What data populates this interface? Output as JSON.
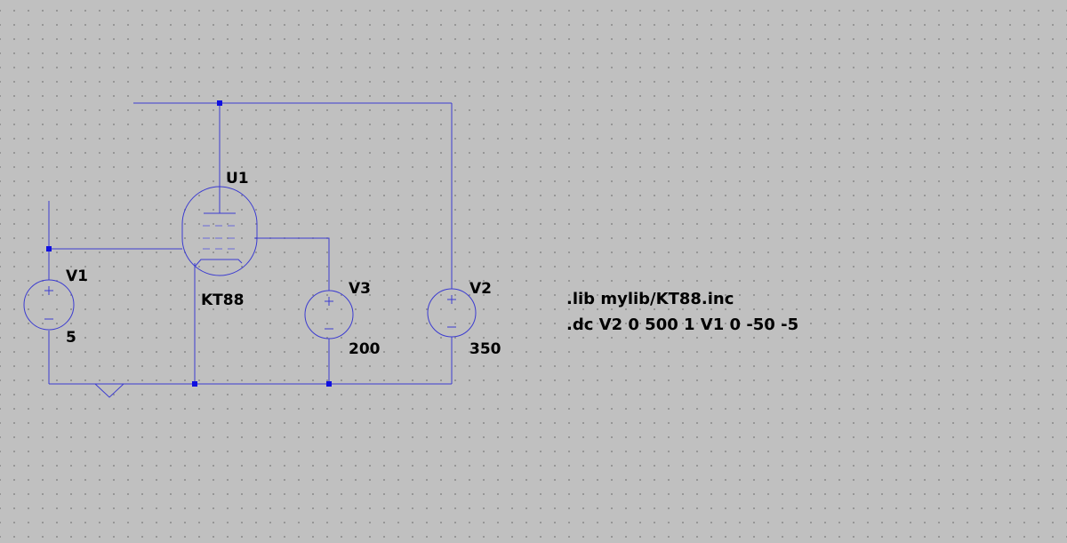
{
  "schematic": {
    "tube": {
      "designator": "U1",
      "model": "KT88"
    },
    "sources": [
      {
        "designator": "V1",
        "value": "5"
      },
      {
        "designator": "V3",
        "value": "200"
      },
      {
        "designator": "V2",
        "value": "350"
      }
    ],
    "directives": [
      ".lib mylib/KT88.inc",
      ".dc V2 0 500 1 V1 0 -50 -5"
    ]
  },
  "colors": {
    "background": "#c0c0c0",
    "wire": "#3b3bd0",
    "junction": "#1010e0",
    "text": "#000000"
  },
  "icons": [
    "tube-pentode-icon",
    "voltage-source-icon",
    "ground-icon",
    "junction-dot-icon"
  ]
}
